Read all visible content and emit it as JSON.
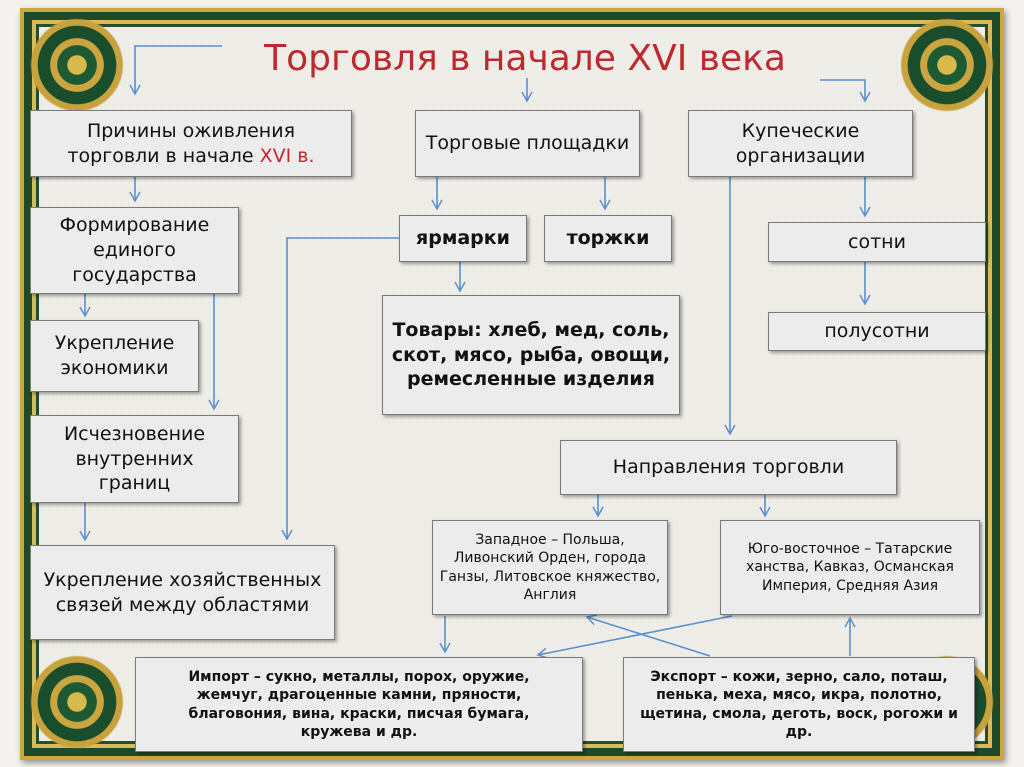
{
  "title": "Торговля в начале XVI века",
  "causes": {
    "line1": "Причины оживления",
    "line2": "торговли в начале ",
    "line2_red": "XVI в."
  },
  "venues": "Торговые площадки",
  "merchant_orgs": "Купеческие организации",
  "cause_items": [
    "Формирование единого государства",
    "Укрепление экономики",
    "Исчезновение внутренних границ",
    "Укрепление хозяйственных связей между областями"
  ],
  "fairs": "ярмарки",
  "markets": "торжки",
  "goods": "Товары: хлеб, мед, соль, скот, мясо, рыба, овощи, ремесленные изделия",
  "hundreds": "сотни",
  "half_hundreds": "полусотни",
  "directions": "Направления торговли",
  "west": "Западное – Польша, Ливонский Орден, города Ганзы, Литовское княжество, Англия",
  "southeast": "Юго-восточное – Татарские ханства, Кавказ, Османская Империя, Средняя Азия",
  "import": "Импорт – сукно, металлы, порох, оружие, жемчуг, драгоценные камни, пряности, благовония,  вина, краски, писчая бумага, кружева и др.",
  "export": "Экспорт – кожи, зерно, сало, поташ, пенька, меха, мясо, икра, полотно, щетина, смола, деготь, воск, рогожи и др.",
  "colors": {
    "title": "#c0282e",
    "arrow": "#5b8fd0",
    "box": "#ececec"
  }
}
